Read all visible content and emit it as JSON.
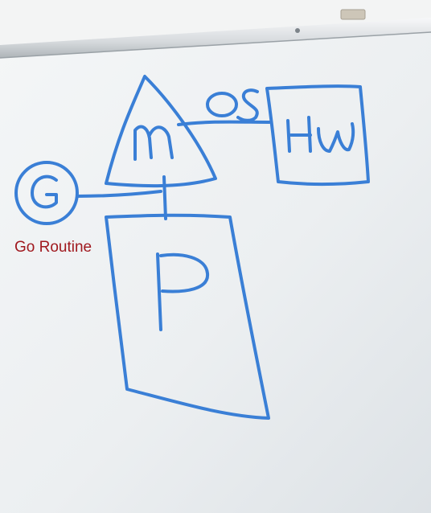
{
  "whiteboard": {
    "labels": {
      "m": "M",
      "os": "OS",
      "hw": "HW",
      "g": "G",
      "p": "P"
    },
    "annotation": "Go Routine",
    "colors": {
      "marker": "#3a7fd6",
      "annotation": "#a0191f",
      "board": "#eef2f4",
      "rail": "#c9cfd4"
    }
  }
}
